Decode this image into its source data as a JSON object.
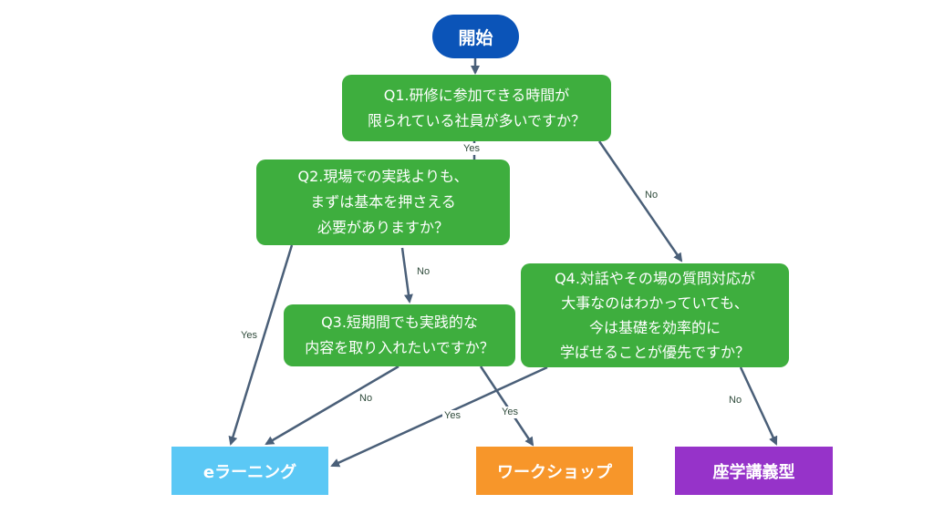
{
  "start": {
    "label": "開始",
    "color": "#0b54b8"
  },
  "questions": {
    "q1": {
      "text": "Q1.研修に参加できる時間が\n限られている社員が多いですか？"
    },
    "q2": {
      "text": "Q2.現場での実践よりも、\nまずは基本を押さえる\n必要がありますか？"
    },
    "q3": {
      "text": "Q3.短期間でも実践的な\n内容を取り入れたいですか？"
    },
    "q4": {
      "text": "Q4.対話やその場の質問対応が\n大事なのはわかっていても、\n今は基礎を効率的に\n学ばせることが優先ですか？"
    }
  },
  "results": {
    "elearning": {
      "label": "eラーニング",
      "color": "#5bc8f5"
    },
    "workshop": {
      "label": "ワークショップ",
      "color": "#f7962a"
    },
    "lecture": {
      "label": "座学講義型",
      "color": "#9633c9"
    }
  },
  "colors": {
    "question": "#3eae3e",
    "edge": "#4a5f78"
  },
  "edges": [
    {
      "from": "start",
      "to": "q1",
      "label": ""
    },
    {
      "from": "q1",
      "to": "q2",
      "label": "Yes"
    },
    {
      "from": "q1",
      "to": "q4",
      "label": "No"
    },
    {
      "from": "q2",
      "to": "elearning",
      "label": "Yes"
    },
    {
      "from": "q2",
      "to": "q3",
      "label": "No"
    },
    {
      "from": "q3",
      "to": "elearning",
      "label": "No"
    },
    {
      "from": "q3",
      "to": "workshop",
      "label": "Yes"
    },
    {
      "from": "q4",
      "to": "elearning",
      "label": "Yes"
    },
    {
      "from": "q4",
      "to": "lecture",
      "label": "No"
    }
  ]
}
